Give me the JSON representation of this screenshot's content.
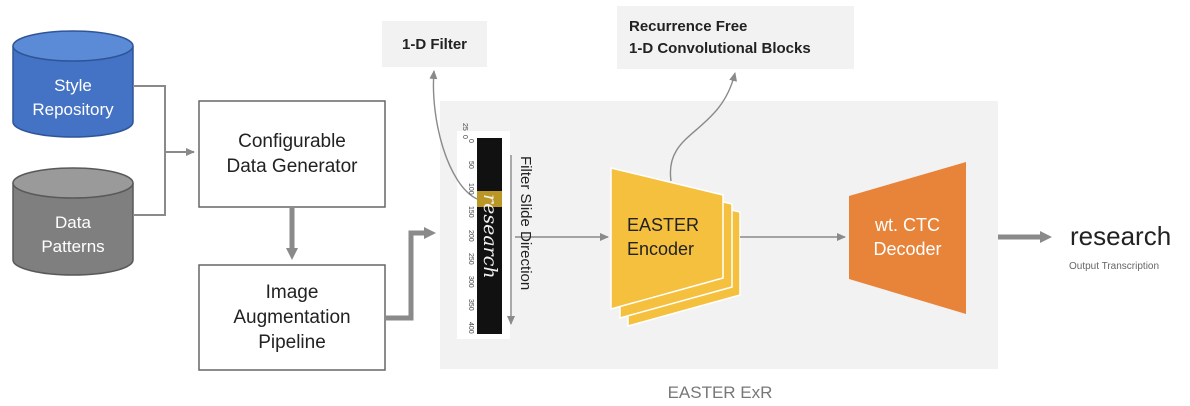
{
  "sources": {
    "style_repository": {
      "label": "Style\nRepository",
      "color": "#4472C4"
    },
    "data_patterns": {
      "label": "Data\nPatterns",
      "color": "#7F7F7F"
    }
  },
  "generator": {
    "label": "Configurable\nData Generator"
  },
  "augmentation": {
    "label": "Image\nAugmentation\nPipeline"
  },
  "callouts": {
    "filter": "1-D Filter",
    "blocks": "Recurrence Free\n1-D Convolutional Blocks"
  },
  "input_image": {
    "word": "research",
    "axis_top_ticks": [
      "0",
      "25"
    ],
    "axis_side_ticks": [
      "0",
      "50",
      "100",
      "150",
      "200",
      "250",
      "300",
      "350",
      "400"
    ],
    "filter_color": "#C9A227"
  },
  "slide_label": "Filter Slide Direction",
  "encoder": {
    "label": "EASTER\nEncoder",
    "color": "#F4C03E"
  },
  "decoder": {
    "label": "wt. CTC\nDecoder",
    "color": "#E8833A"
  },
  "output": {
    "text": "research",
    "caption": "Output Transcription"
  },
  "panel_title": "EASTER ExR"
}
